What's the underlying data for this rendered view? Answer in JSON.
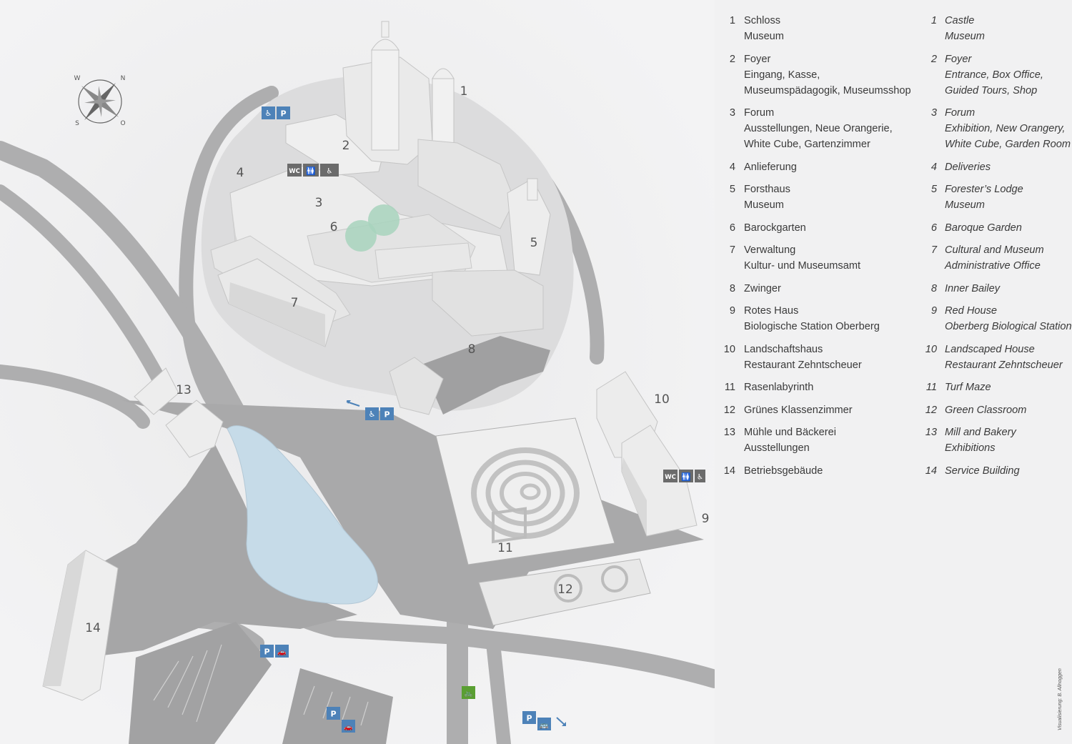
{
  "compass": {
    "n": "N",
    "o": "O",
    "s": "S",
    "w": "W"
  },
  "icons": {
    "wc_label": "WC",
    "parking_label": "P",
    "colors": {
      "service_blue": "#4d82b8",
      "wc_gray": "#6b6b6b",
      "bike_green": "#5a9f32",
      "water": "#c6dbe8",
      "trees": "#a8d3bd"
    }
  },
  "map_labels": [
    "1",
    "2",
    "3",
    "4",
    "5",
    "6",
    "7",
    "8",
    "9",
    "10",
    "11",
    "12",
    "13",
    "14"
  ],
  "legend_de": [
    {
      "num": "1",
      "lines": [
        "Schloss",
        "Museum"
      ]
    },
    {
      "num": "2",
      "lines": [
        "Foyer",
        "Eingang, Kasse,",
        "Museumspädagogik, Museumsshop"
      ]
    },
    {
      "num": "3",
      "lines": [
        "Forum",
        "Ausstellungen, Neue Orangerie,",
        "White Cube, Gartenzimmer"
      ]
    },
    {
      "num": "4",
      "lines": [
        "Anlieferung"
      ]
    },
    {
      "num": "5",
      "lines": [
        "Forsthaus",
        "Museum"
      ]
    },
    {
      "num": "6",
      "lines": [
        "Barockgarten"
      ]
    },
    {
      "num": "7",
      "lines": [
        "Verwaltung",
        "Kultur- und Museumsamt"
      ]
    },
    {
      "num": "8",
      "lines": [
        "Zwinger"
      ]
    },
    {
      "num": "9",
      "lines": [
        "Rotes Haus",
        "Biologische Station Oberberg"
      ]
    },
    {
      "num": "10",
      "lines": [
        "Landschaftshaus",
        "Restaurant Zehntscheuer"
      ]
    },
    {
      "num": "11",
      "lines": [
        "Rasenlabyrinth"
      ]
    },
    {
      "num": "12",
      "lines": [
        "Grünes Klassenzimmer"
      ]
    },
    {
      "num": "13",
      "lines": [
        "Mühle und Bäckerei",
        "Ausstellungen"
      ]
    },
    {
      "num": "14",
      "lines": [
        "Betriebsgebäude"
      ]
    }
  ],
  "legend_en": [
    {
      "num": "1",
      "lines": [
        "Castle",
        "Museum"
      ]
    },
    {
      "num": "2",
      "lines": [
        "Foyer",
        "Entrance, Box Office,",
        "Guided Tours, Shop"
      ]
    },
    {
      "num": "3",
      "lines": [
        "Forum",
        "Exhibition, New Orangery,",
        "White Cube, Garden Room"
      ]
    },
    {
      "num": "4",
      "lines": [
        "Deliveries"
      ]
    },
    {
      "num": "5",
      "lines": [
        "Forester’s Lodge",
        "Museum"
      ]
    },
    {
      "num": "6",
      "lines": [
        "Baroque Garden"
      ]
    },
    {
      "num": "7",
      "lines": [
        "Cultural and Museum",
        "Administrative Office"
      ]
    },
    {
      "num": "8",
      "lines": [
        "Inner Bailey"
      ]
    },
    {
      "num": "9",
      "lines": [
        "Red House",
        "Oberberg Biological Station"
      ]
    },
    {
      "num": "10",
      "lines": [
        "Landscaped House",
        "Restaurant Zehntscheuer"
      ]
    },
    {
      "num": "11",
      "lines": [
        "Turf Maze"
      ]
    },
    {
      "num": "12",
      "lines": [
        "Green Classroom"
      ]
    },
    {
      "num": "13",
      "lines": [
        "Mill and Bakery",
        "Exhibitions"
      ]
    },
    {
      "num": "14",
      "lines": [
        "Service Building"
      ]
    }
  ],
  "credit": "Visualisierung: B. Allnoggen"
}
